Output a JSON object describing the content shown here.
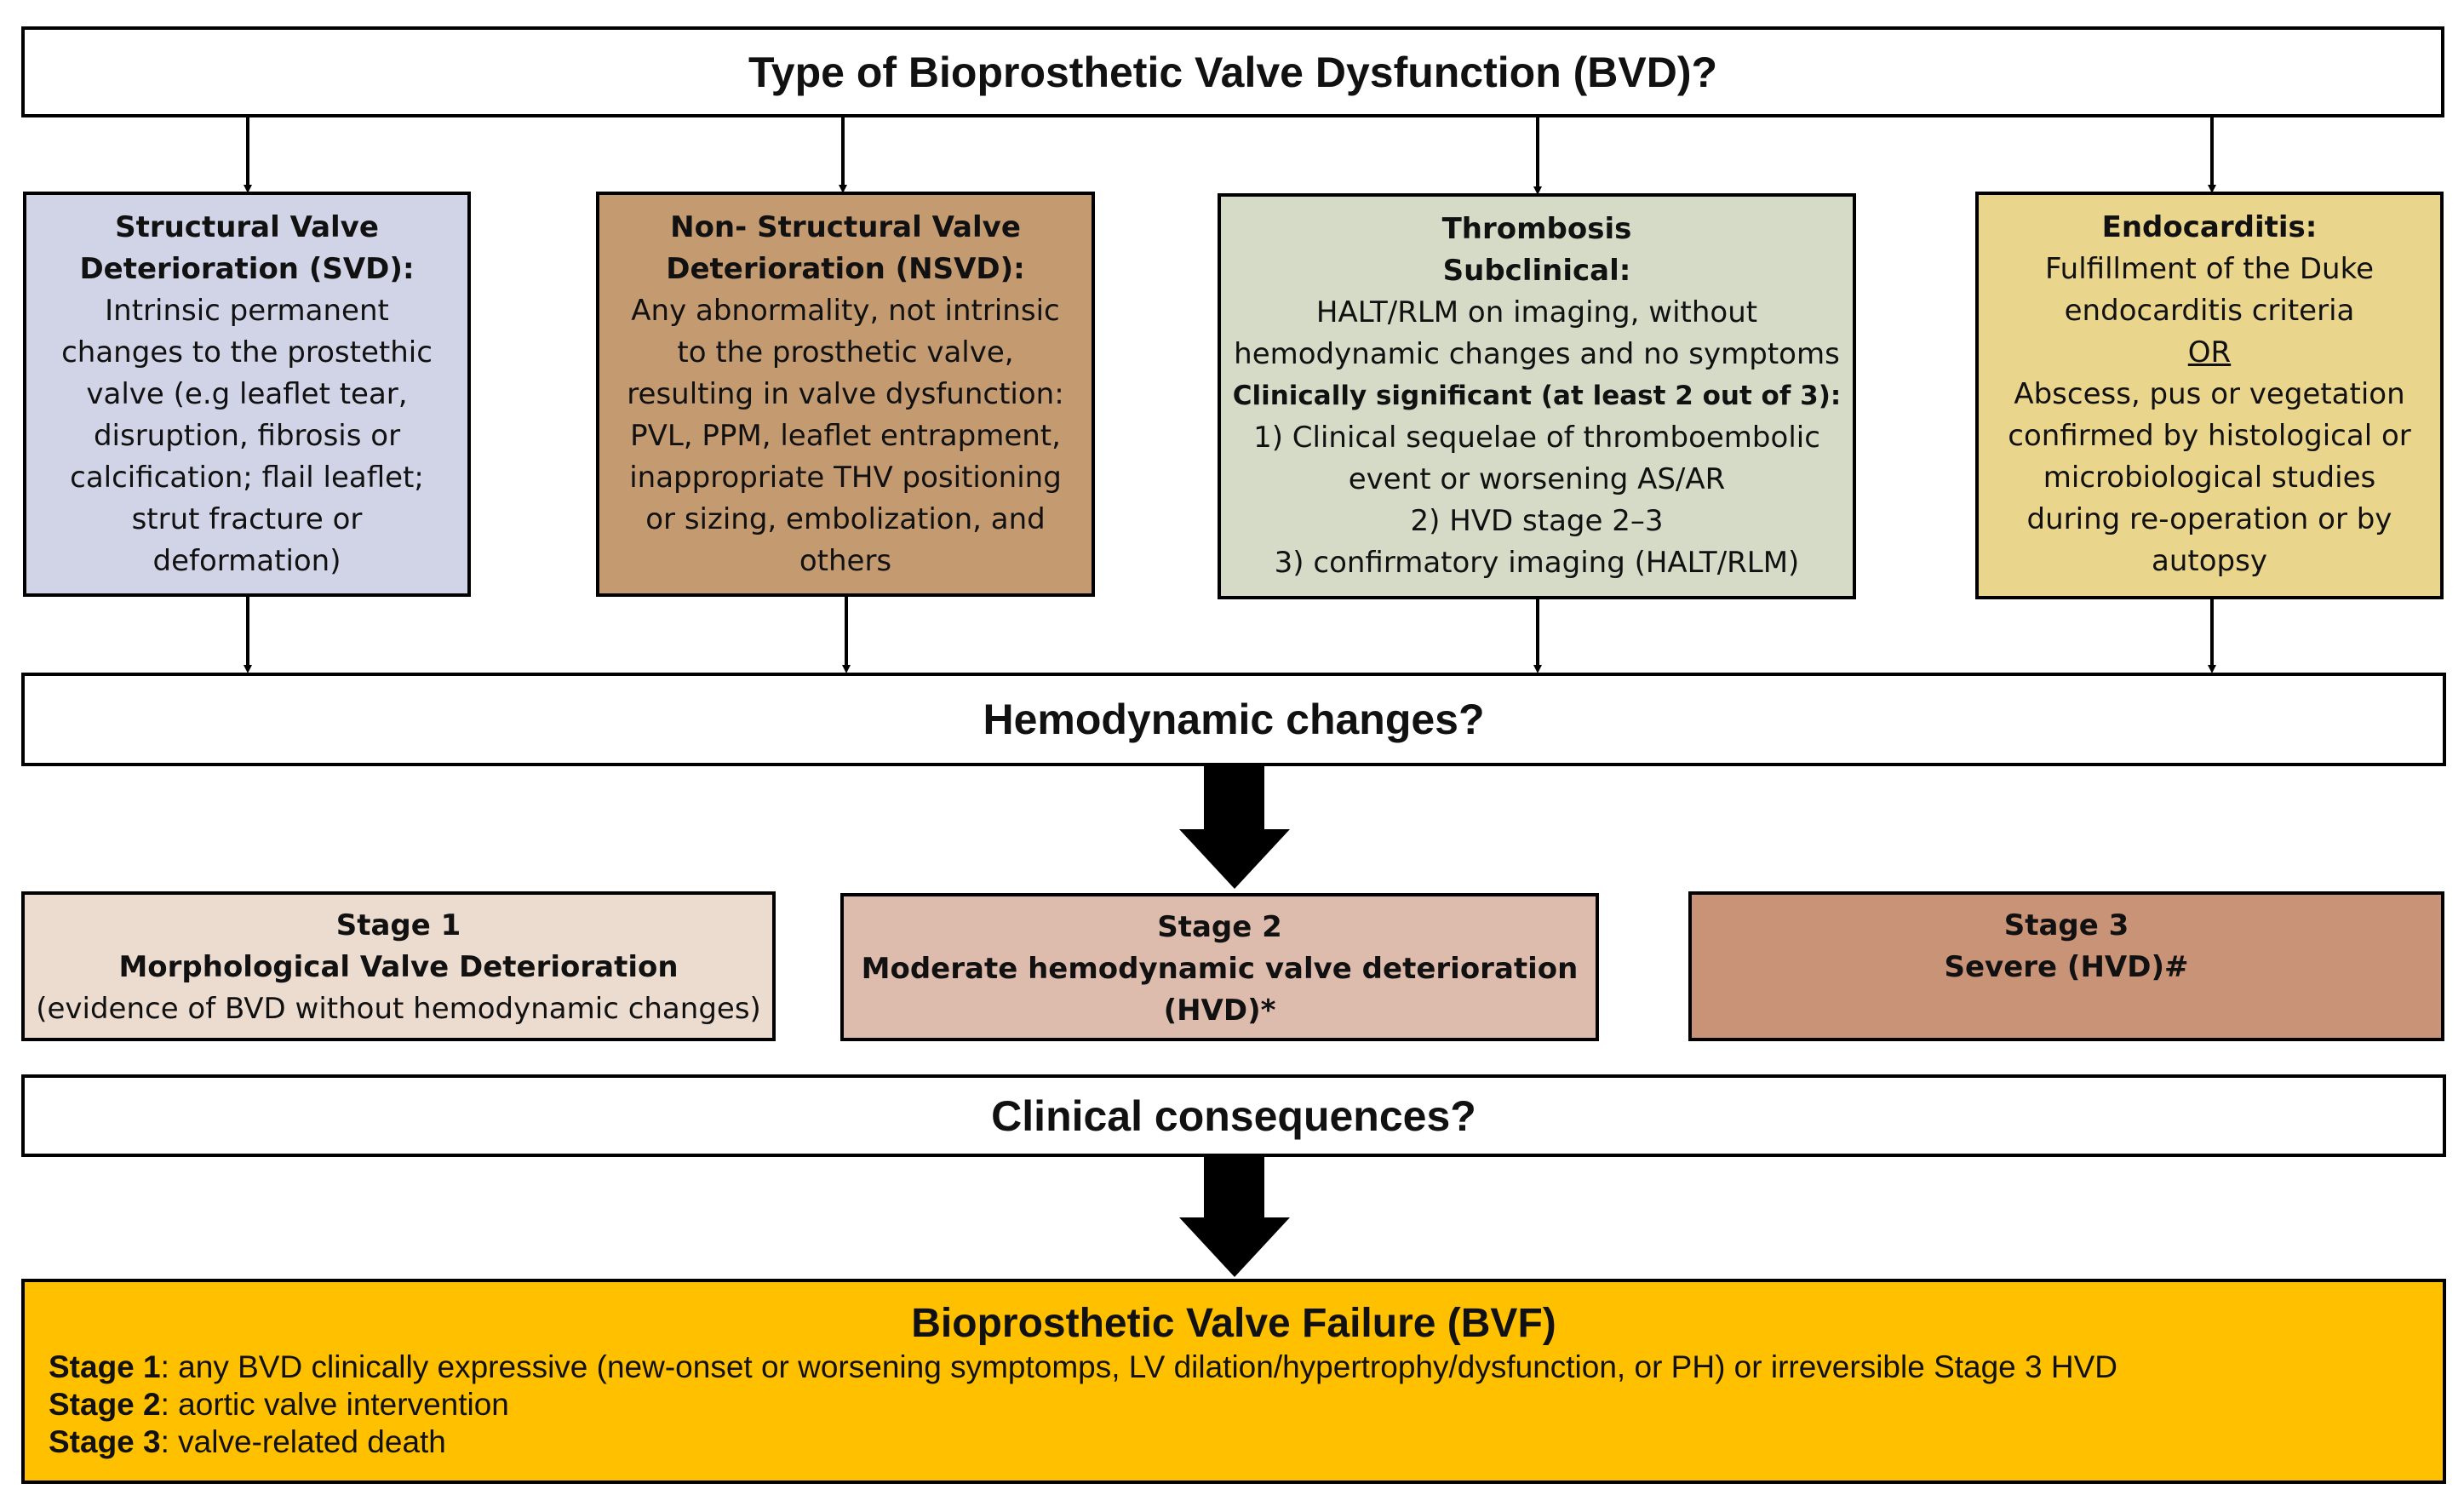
{
  "header": {
    "title": "Type of Bioprosthetic Valve Dysfunction (BVD)?"
  },
  "svd": {
    "title1": "Structural Valve",
    "title2": "Deterioration (SVD):",
    "lines": [
      "Intrinsic permanent",
      "changes to the prostethic",
      "valve (e.g leaflet tear,",
      "disruption, fibrosis or",
      "calcification; flail leaflet;",
      "strut fracture or",
      "deformation)"
    ]
  },
  "nsvd": {
    "title1": "Non- Structural Valve",
    "title2": "Deterioration (NSVD):",
    "lines": [
      "Any abnormality, not intrinsic",
      "to the prosthetic valve,",
      "resulting in valve dysfunction:",
      "PVL, PPM, leaflet entrapment,",
      "inappropriate THV positioning",
      "or sizing, embolization, and",
      "others"
    ]
  },
  "thrombosis": {
    "title": "Thrombosis",
    "subclinical": "Subclinical:",
    "sub_lines": [
      "HALT/RLM on imaging, without",
      "hemodynamic changes and no symptoms"
    ],
    "clinical": "Clinically significant (at least 2 out of 3):",
    "items": [
      "1)   Clinical sequelae of thromboembolic",
      "event or worsening AS/AR",
      "2)   HVD stage 2–3",
      "3)   confirmatory imaging (HALT/RLM)"
    ]
  },
  "endocarditis": {
    "title": "Endocarditis:",
    "lines1": [
      "Fulfillment of the Duke",
      "endocarditis criteria"
    ],
    "or": "OR",
    "lines2": [
      "Abscess, pus or vegetation",
      "confirmed by histological or",
      "microbiological studies",
      "during re-operation or by",
      "autopsy"
    ]
  },
  "hemo": {
    "title": "Hemodynamic  changes?"
  },
  "stage1": {
    "label": "Stage 1",
    "title": "Morphological Valve Deterioration",
    "desc": "(evidence of BVD without hemodynamic  changes)"
  },
  "stage2": {
    "label": "Stage 2",
    "title": "Moderate hemodynamic valve deterioration",
    "desc": "(HVD)*"
  },
  "stage3": {
    "label": "Stage 3",
    "title": "Severe (HVD)#"
  },
  "clinical": {
    "title": "Clinical  consequences?"
  },
  "bvf": {
    "title": "Bioprosthetic Valve Failure (BVF)",
    "s1_label": "Stage 1",
    "s1_text": ": any BVD clinically  expressive (new-onset  or worsening  symptomps,  LV dilation/hypertrophy/dysfunction,   or PH) or irreversible Stage 3 HVD",
    "s2_label": "Stage 2",
    "s2_text": ": aortic valve  intervention",
    "s3_label": "Stage 3",
    "s3_text": ": valve-related  death"
  },
  "colors": {
    "svd": "#d0d4e6",
    "nsvd": "#c49a70",
    "thrombosis": "#d6dbc8",
    "endocarditis": "#ead58c",
    "stage1": "#ecdccf",
    "stage2": "#ddbcad",
    "stage3": "#c99378",
    "bvf": "#ffc000"
  }
}
